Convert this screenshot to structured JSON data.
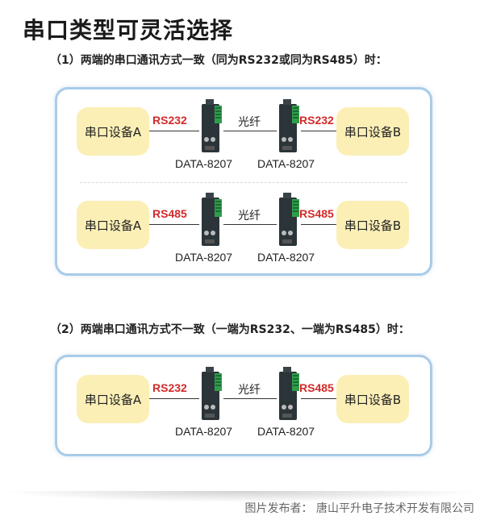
{
  "title": "串口类型可灵活选择",
  "sections": [
    {
      "label": "（1）两端的串口通讯方式一致（同为RS232或同为RS485）时：",
      "rows": [
        {
          "left_device": "串口设备A",
          "left_protocol": "RS232",
          "link": "光纤",
          "right_protocol": "RS232",
          "right_device": "串口设备B",
          "left_model": "DATA-8207",
          "right_model": "DATA-8207"
        },
        {
          "left_device": "串口设备A",
          "left_protocol": "RS485",
          "link": "光纤",
          "right_protocol": "RS485",
          "right_device": "串口设备B",
          "left_model": "DATA-8207",
          "right_model": "DATA-8207"
        }
      ]
    },
    {
      "label": "（2）两端串口通讯方式不一致（一端为RS232、一端为RS485）时：",
      "rows": [
        {
          "left_device": "串口设备A",
          "left_protocol": "RS232",
          "link": "光纤",
          "right_protocol": "RS485",
          "right_device": "串口设备B",
          "left_model": "DATA-8207",
          "right_model": "DATA-8207"
        }
      ]
    }
  ],
  "footer": "图片发布者：  唐山平升电子技术开发有限公司",
  "colors": {
    "protocol": "#d32a2a",
    "device_box": "#fbefb6",
    "panel_border": "#a9cbe8"
  }
}
